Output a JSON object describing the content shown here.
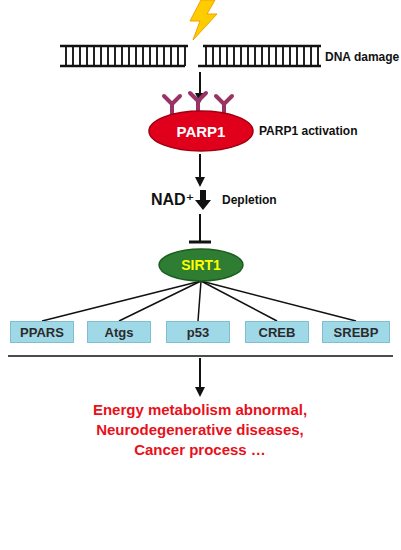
{
  "diagram": {
    "nodes": [
      {
        "text": [
          "PARP1"
        ]
      },
      {
        "text": [
          "SIRT1"
        ]
      },
      {
        "text": [
          "PPARS"
        ]
      },
      {
        "text": [
          "Atgs"
        ]
      },
      {
        "text": [
          "p53"
        ]
      },
      {
        "text": [
          "CREB"
        ]
      },
      {
        "text": [
          "SREBP"
        ]
      }
    ],
    "edges": [
      {
        "from": 1,
        "to": 2,
        "arrow": "none"
      },
      {
        "from": 1,
        "to": 3,
        "arrow": "none"
      },
      {
        "from": 1,
        "to": 4,
        "arrow": "none"
      },
      {
        "from": 1,
        "to": 5,
        "arrow": "none"
      },
      {
        "from": 1,
        "to": 6,
        "arrow": "none"
      }
    ],
    "labels": [
      "DNA damage",
      "PARP1 activation",
      "NAD⁺",
      "Depletion",
      "Energy metabolism abnormal, Neurodegenerative diseases, Cancer process …"
    ]
  }
}
